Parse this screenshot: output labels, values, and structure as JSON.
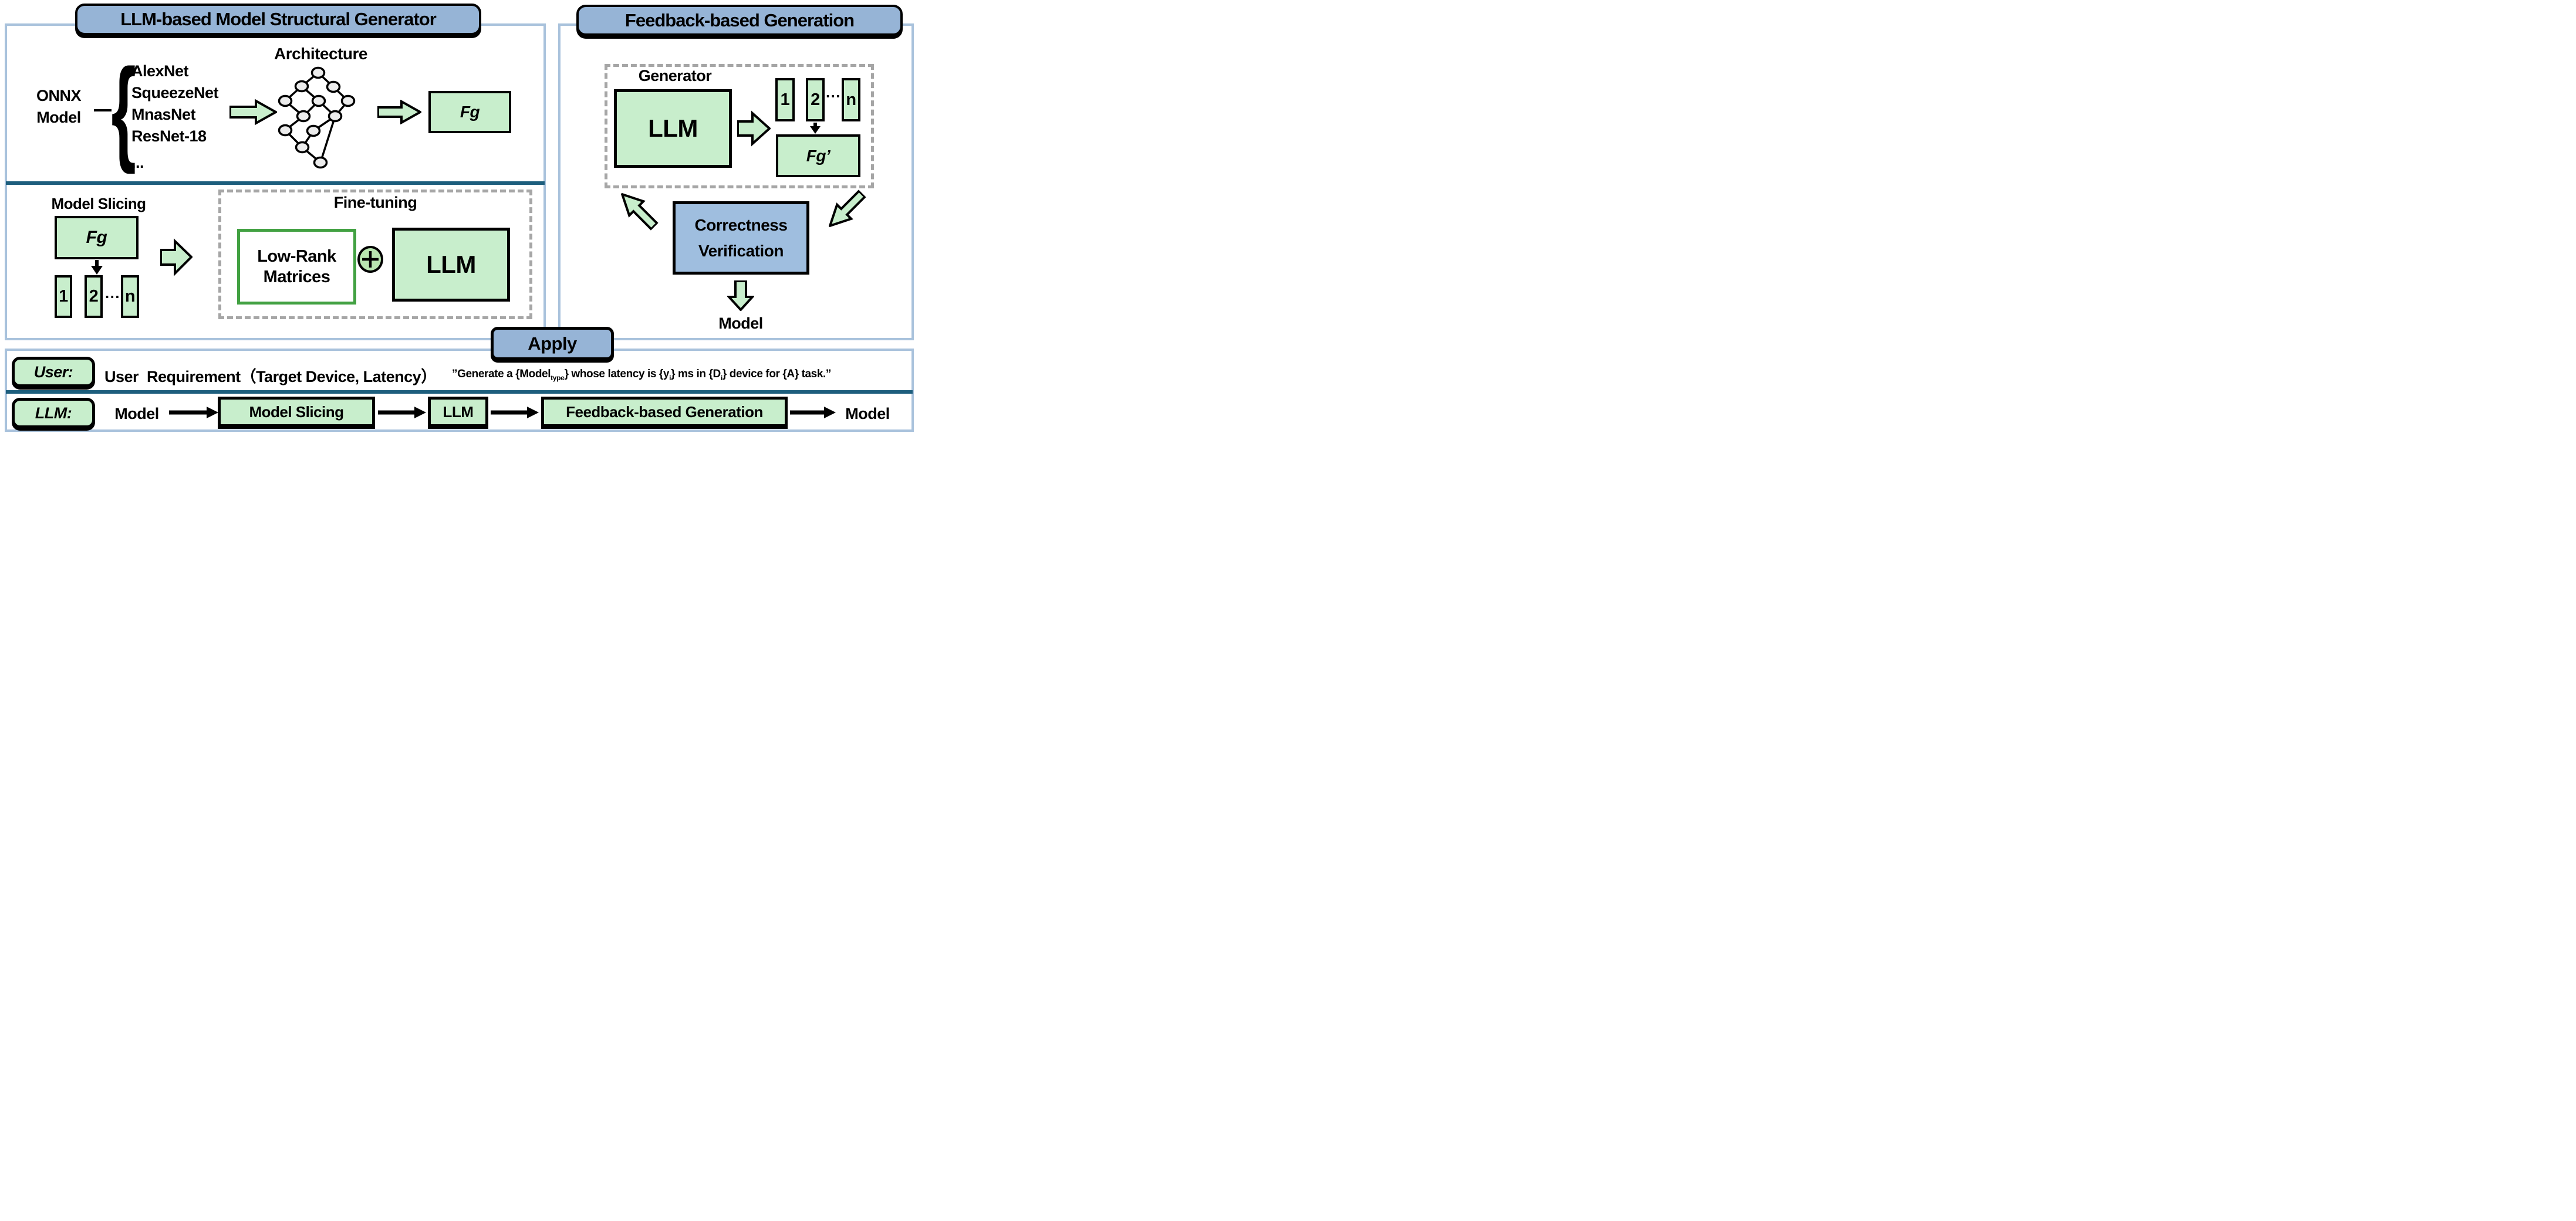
{
  "left_panel": {
    "title": "LLM-based Model Structural Generator",
    "onnx_label_line1": "ONNX",
    "onnx_label_line2": "Model",
    "onnx_list": [
      "AlexNet",
      "SqueezeNet",
      "MnasNet",
      "ResNet-18",
      "..."
    ],
    "architecture_label": "Architecture",
    "fg_box_label": "Fg",
    "model_slicing_label": "Model Slicing",
    "fg_slicing_box_label": "Fg",
    "slices": [
      "1",
      "2",
      "n"
    ],
    "slice_ellipsis": "⋯",
    "fine_tuning_label": "Fine-tuning",
    "low_rank_label": "Low-Rank Matrices",
    "llm_box_label": "LLM"
  },
  "right_panel": {
    "title": "Feedback-based Generation",
    "generator_label": "Generator",
    "llm_box_label": "LLM",
    "slices": [
      "1",
      "2",
      "n"
    ],
    "slice_ellipsis": "⋯",
    "fg_prime_label": "Fg’",
    "correctness_label": "Correctness Verification",
    "model_output_label": "Model"
  },
  "apply_label": "Apply",
  "bottom_panel": {
    "user_tag": "User:",
    "user_requirement": "User  Requirement（Target Device, Latency）",
    "quote": {
      "p1": "”Generate a {Model",
      "s1": "type",
      "p2": "} whose latency is {y",
      "s2": "i",
      "p3": "} ms in {D",
      "s3": "i",
      "p4": "} device for {A} task.”"
    },
    "llm_tag": "LLM:",
    "flow": {
      "input": "Model",
      "step1": "Model Slicing",
      "step2": "LLM",
      "step3": "Feedback-based Generation",
      "output": "Model"
    }
  },
  "colors": {
    "box_green": "#C8EECC",
    "box_blue": "#96B4D6",
    "verification_blue": "#9FBEDF",
    "panel_border_blue": "#A9C2DC",
    "divider_teal": "#1D5E7D",
    "dashed_gray": "#A6A6A6",
    "low_rank_border_green": "#42A142",
    "plus_fill_green": "#B9E6B0",
    "node_fill_gray": "#ECECEC"
  }
}
